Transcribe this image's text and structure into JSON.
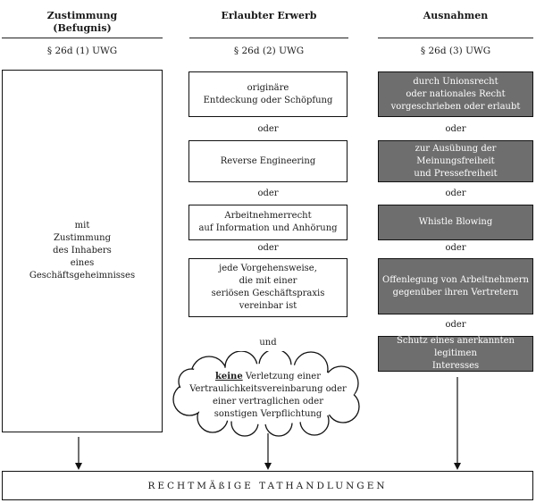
{
  "columns": [
    {
      "heading": "Zustimmung\n(Befugnis)",
      "law": "§ 26d (1) UWG"
    },
    {
      "heading": "Erlaubter Erwerb",
      "law": "§ 26d (2) UWG"
    },
    {
      "heading": "Ausnahmen",
      "law": "§ 26d (3) UWG"
    }
  ],
  "consent_box": "mit\nZustimmung\ndes Inhabers\neines\nGeschäftsgeheimnisses",
  "permitted": [
    "originäre\nEntdeckung oder Schöpfung",
    "Reverse Engineering",
    "Arbeitnehmerrecht\nauf Information und Anhörung",
    "jede Vorgehensweise,\ndie mit einer\nseriösen Geschäftspraxis\nvereinbar ist"
  ],
  "exceptions": [
    "durch Unionsrecht\noder nationales Recht\nvorgeschrieben oder erlaubt",
    "zur Ausübung der Meinungsfreiheit\nund Pressefreiheit",
    "Whistle Blowing",
    "Offenlegung von Arbeitnehmern\ngegenüber ihren Vertretern",
    "Schutz eines anerkannten legitimen\nInteresses"
  ],
  "connector_or": "oder",
  "connector_and": "und",
  "cloud": {
    "keyword": "keine",
    "rest": " Verletzung einer\nVertraulichkeitsvereinbarung oder\neiner vertraglichen oder\nsonstigen Verpflichtung"
  },
  "result": "RECHTMÄßIGE TATHANDLUNGEN",
  "colors": {
    "exception_fill": "#6e6e6e",
    "border": "#111111"
  }
}
